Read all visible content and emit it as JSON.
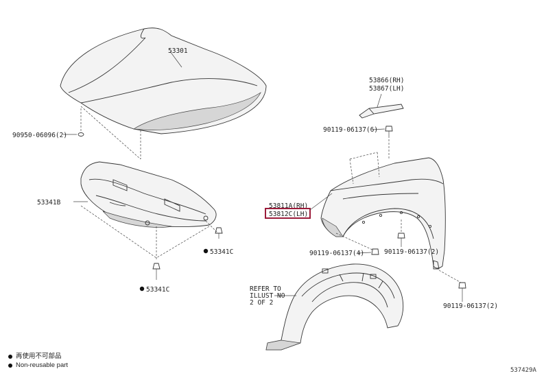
{
  "labels": {
    "hood": "53301",
    "hood_clip": "90950-06096(2)",
    "hood_insulator": "53341B",
    "clip_a": "53341C",
    "clip_b": "53341C",
    "seal_rh": "53866(RH)",
    "seal_lh": "53867(LH)",
    "bolt_top": "90119-06137(6)",
    "fender_rh": "53811A(RH)",
    "fender_lh": "53812C(LH)",
    "bolt_left": "90119-06137(4)",
    "bolt_mid": "90119-06137(2)",
    "bolt_bottom": "90119-06137(2)",
    "refer_1": "REFER TO",
    "refer_2": "ILLUST NO",
    "refer_3": "2 OF 2"
  },
  "legend": {
    "row1": "再使用不可部品",
    "row2": "Non-reusable part"
  },
  "catalog_code": "537429A",
  "colors": {
    "highlight": "#9b1b3a",
    "line": "#333333"
  }
}
